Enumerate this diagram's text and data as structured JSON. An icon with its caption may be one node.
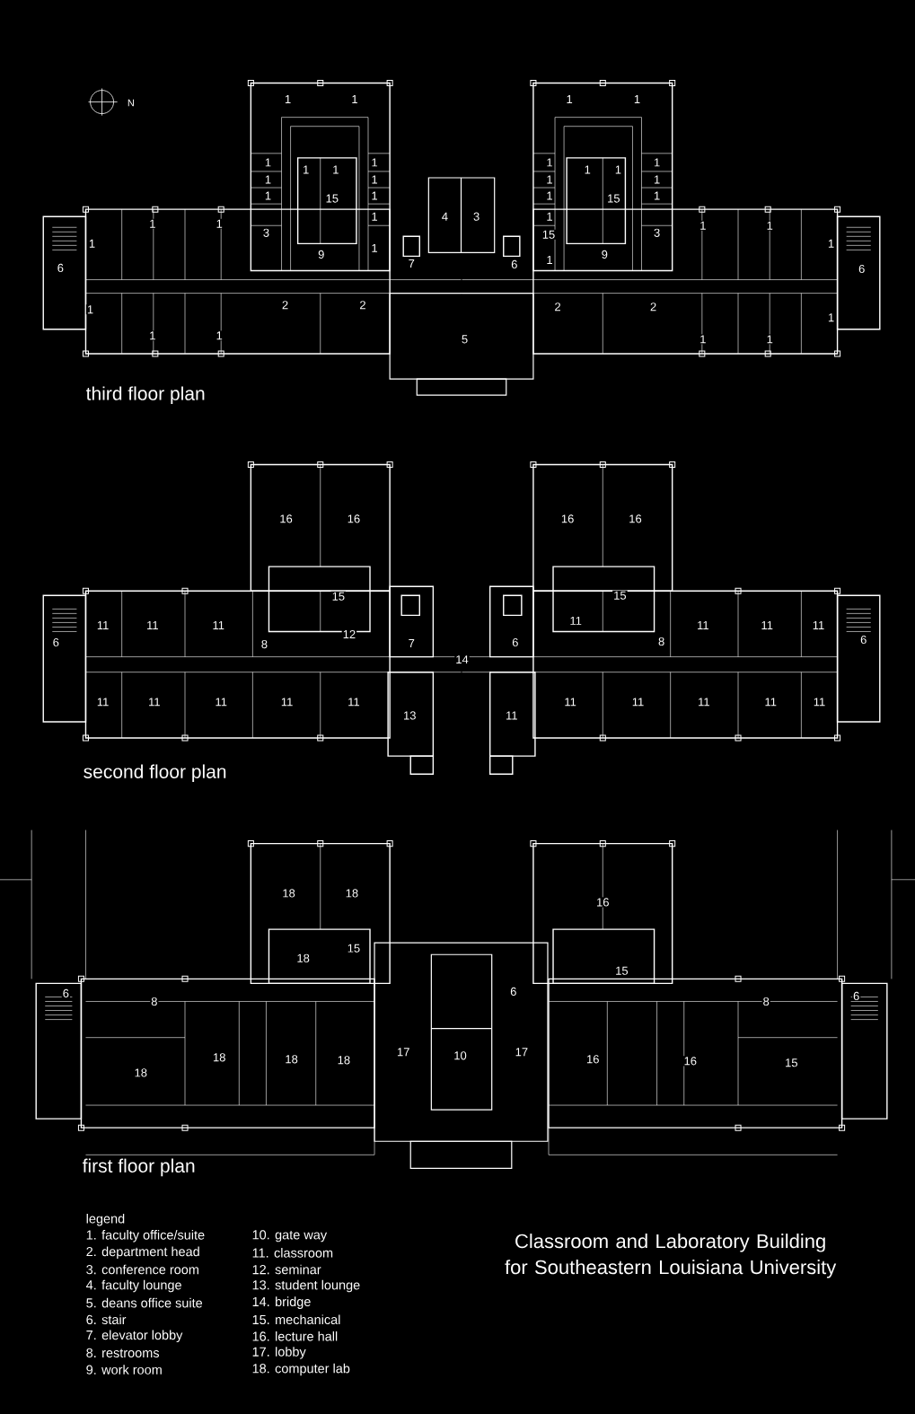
{
  "diagram": {
    "title": "Classroom and Laboratory Building for Southeastern Louisiana University",
    "labels": [
      "N",
      "1",
      "1",
      "1",
      "1",
      "1",
      "1",
      "1",
      "1",
      "1",
      "1",
      "1",
      "1",
      "1",
      "1",
      "1",
      "1",
      "1",
      "15",
      "1",
      "1",
      "15",
      "1",
      "1",
      "4",
      "3",
      "1",
      "1",
      "1",
      "1",
      "1",
      "3",
      "15",
      "3",
      "1",
      "1",
      "1",
      "9",
      "9",
      "1",
      "7",
      "6",
      "6",
      "6",
      "1",
      "2",
      "2",
      "2",
      "2",
      "1",
      "1",
      "1",
      "5",
      "1",
      "1",
      "third floor plan",
      "16",
      "16",
      "16",
      "16",
      "15",
      "15",
      "11",
      "11",
      "11",
      "11",
      "11",
      "11",
      "11",
      "12",
      "6",
      "8",
      "7",
      "6",
      "8",
      "6",
      "14",
      "11",
      "11",
      "11",
      "11",
      "11",
      "11",
      "11",
      "11",
      "11",
      "11",
      "13",
      "11",
      "second floor plan",
      "18",
      "18",
      "16",
      "15",
      "18",
      "15",
      "6",
      "6",
      "6",
      "8",
      "8",
      "18",
      "18",
      "18",
      "17",
      "10",
      "17",
      "16",
      "16",
      "15",
      "18",
      "first floor plan",
      "legend",
      "1. faculty office/suite",
      "2. department head",
      "3. conference room",
      "4. faculty lounge",
      "5. deans office suite",
      "6. stair",
      "7. elevator lobby",
      "8. restrooms",
      "9. work room",
      "10. gate way",
      "11. classroom",
      "12. seminar",
      "13. student lounge",
      "14. bridge",
      "15. mechanical",
      "16. lecture hall",
      "17. lobby",
      "18. computer lab"
    ]
  }
}
